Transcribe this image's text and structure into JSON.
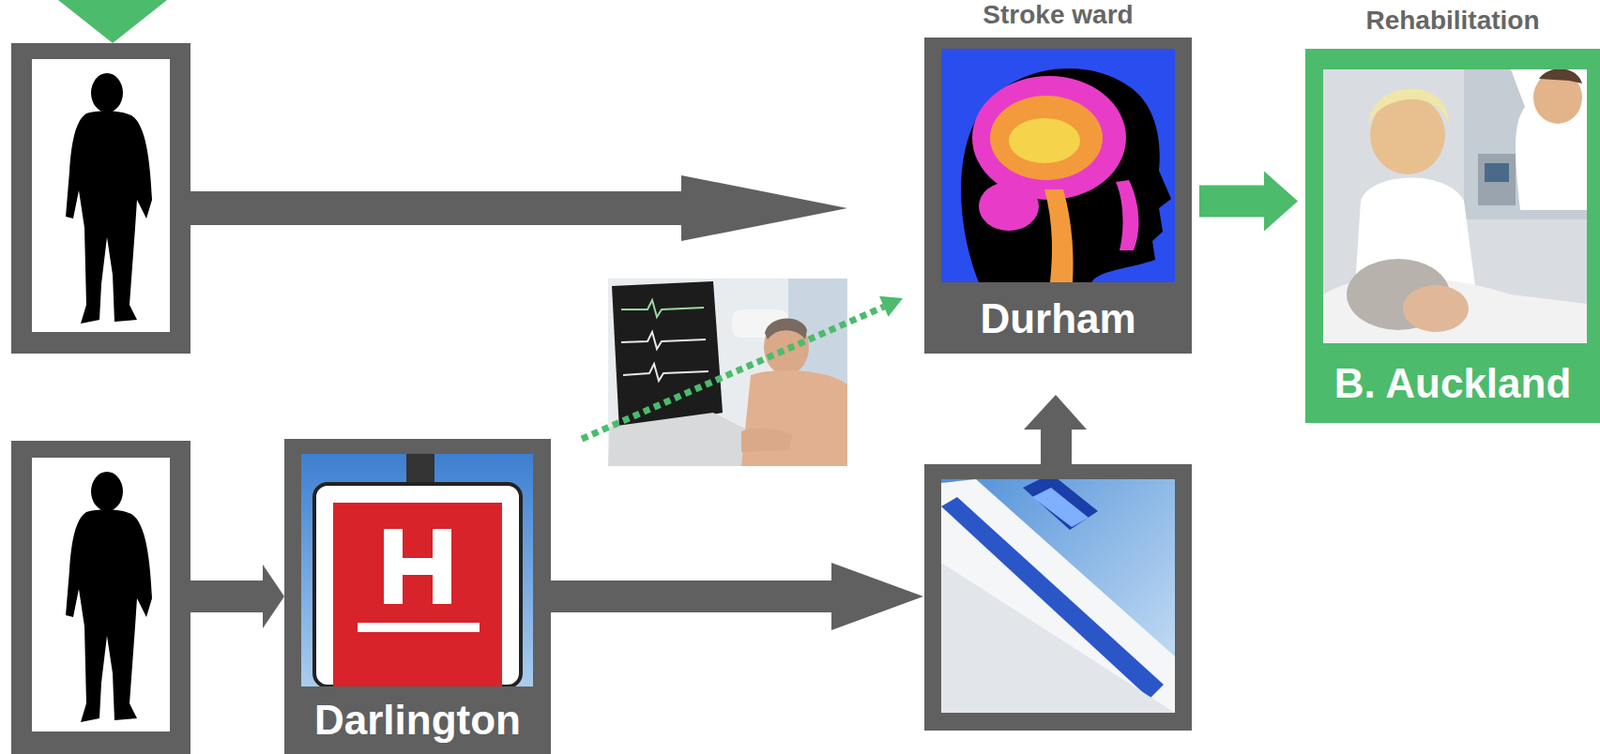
{
  "diagram": {
    "nodes": [
      {
        "text": [
          "Stroke ward",
          "Durham"
        ]
      },
      {
        "text": [
          "Rehabilitation",
          "B. Auckland"
        ]
      },
      {
        "text": [
          "Darlington"
        ]
      }
    ],
    "edges": [
      {
        "from": 0,
        "to": 1,
        "arrow": "to"
      }
    ]
  }
}
